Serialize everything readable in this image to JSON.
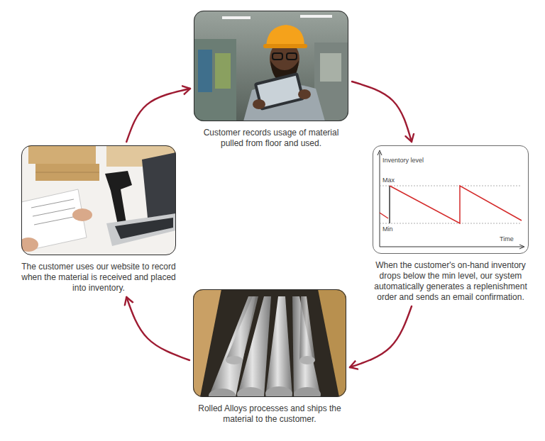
{
  "diagram": {
    "nodes": [
      {
        "text": [
          "Customer records usage of material pulled from floor and used."
        ]
      },
      {
        "text": [
          "Inventory level",
          "Max",
          "Min",
          "Time",
          "When the customer's on-hand inventory drops below the min level, our system automatically generates a replenishment order and sends an email confirmation."
        ]
      },
      {
        "text": [
          "Rolled Alloys processes and ships the material to the customer."
        ]
      },
      {
        "text": [
          "The customer uses our website to record when the material is received and placed into inventory."
        ]
      }
    ],
    "edges": [
      {
        "from": 0,
        "to": 1,
        "arrow": "to"
      },
      {
        "from": 1,
        "to": 2,
        "arrow": "to"
      },
      {
        "from": 2,
        "to": 3,
        "arrow": "to"
      },
      {
        "from": 3,
        "to": 0,
        "arrow": "to"
      }
    ]
  }
}
